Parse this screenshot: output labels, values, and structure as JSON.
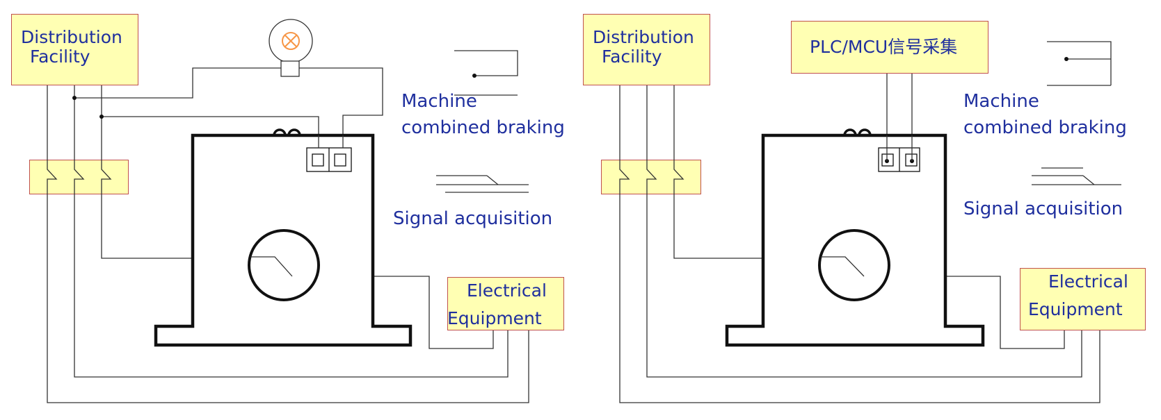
{
  "left_panel": {
    "distribution_line1": "Distribution",
    "distribution_line2": "Facility",
    "electrical_line1": "Electrical",
    "electrical_line2": "Equipment",
    "legend_brake_line1": "Machine",
    "legend_brake_line2": "combined braking",
    "legend_signal": "Signal acquisition"
  },
  "right_panel": {
    "distribution_line1": "Distribution",
    "distribution_line2": "Facility",
    "controller_label": "PLC/MCU信号采集",
    "electrical_line1": "Electrical",
    "electrical_line2": "Equipment",
    "legend_brake_line1": "Machine",
    "legend_brake_line2": "combined braking",
    "legend_signal": "Signal acquisition"
  },
  "colors": {
    "box_fill": "#ffffb3",
    "box_border": "#c0504d",
    "text": "#1f2f9e",
    "lamp_cross": "#f79646"
  },
  "icons": [
    "lamp-icon",
    "switch-contact-icon",
    "normally-open-contact-icon"
  ]
}
